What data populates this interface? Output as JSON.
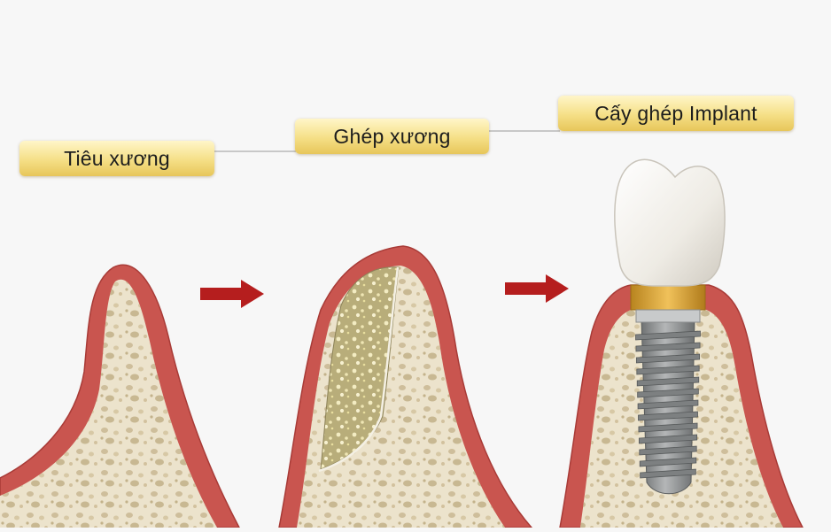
{
  "steps": [
    {
      "label": "Tiêu xương"
    },
    {
      "label": "Ghép xương"
    },
    {
      "label": "Cấy ghép Implant"
    }
  ],
  "colors": {
    "background": "#f7f7f7",
    "gum": "#c9554f",
    "gum_edge": "#a83b37",
    "bone": "#ece3cc",
    "bone_pore": "#c9b892",
    "graft": "#b8ad7a",
    "arrow": "#b51e1e",
    "connector": "#9a9a9a",
    "crown": "#f4f2ee",
    "abutment_gold": "#d5a23a",
    "implant_metal": "#8e9091",
    "label_gold": "#f5df86"
  },
  "icons": [
    "right-arrow-icon",
    "right-arrow-icon"
  ]
}
